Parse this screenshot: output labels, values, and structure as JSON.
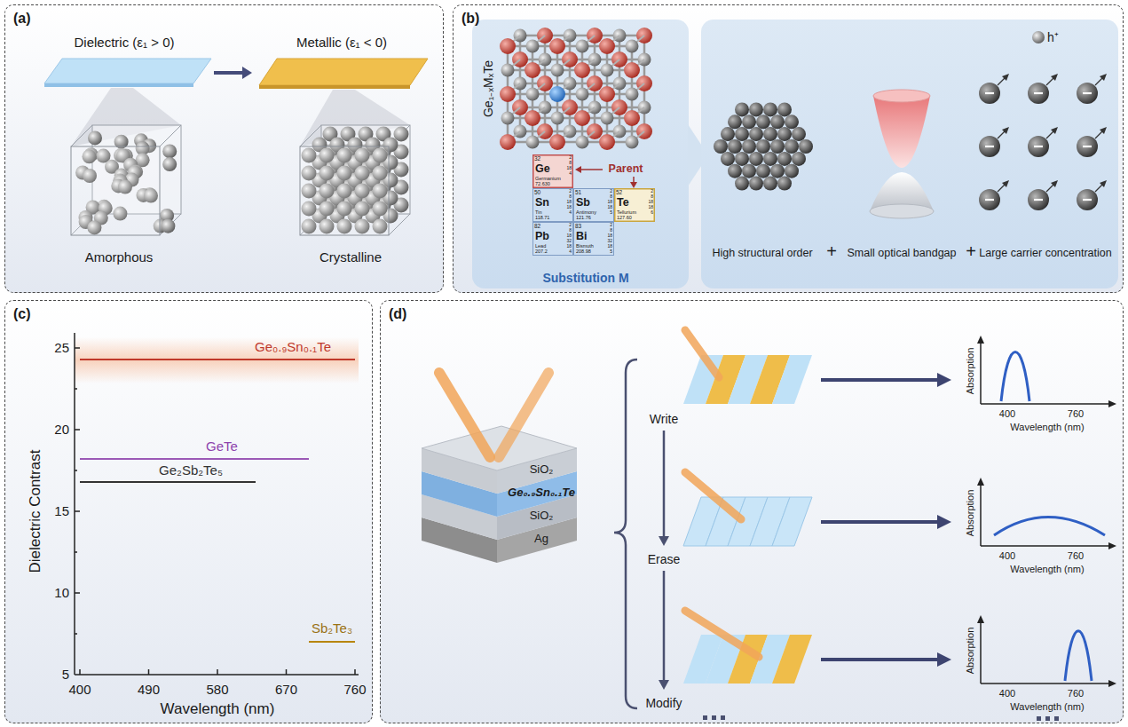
{
  "diagram": {
    "nodes": [
      {
        "text": [
          "(a)"
        ]
      },
      {
        "text": [
          "Dielectric (ε₁ > 0)"
        ],
        "in": 0
      },
      {
        "text": [
          "Metallic (ε₁ < 0)"
        ],
        "in": 0
      },
      {
        "text": [
          "Amorphous"
        ],
        "in": 0
      },
      {
        "text": [
          "Crystalline"
        ],
        "in": 0
      },
      {
        "text": [
          "(b)"
        ]
      },
      {
        "text": [
          "Ge₁₋ₓMₓTe",
          "Parent",
          "Substitution M"
        ],
        "in": 5
      },
      {
        "text": [
          "32",
          "Ge",
          "Germanium",
          "72.630",
          "2 8 18 4"
        ],
        "in": 6
      },
      {
        "text": [
          "50",
          "Sn",
          "Tin",
          "118.71",
          "2 8 18 18 4"
        ],
        "in": 6
      },
      {
        "text": [
          "51",
          "Sb",
          "Antimony",
          "121.76",
          "2 8 18 18 5"
        ],
        "in": 6
      },
      {
        "text": [
          "52",
          "Te",
          "Tellurium",
          "127.60",
          "2 8 18 18 6"
        ],
        "in": 6
      },
      {
        "text": [
          "82",
          "Pb",
          "Lead",
          "207.2",
          "2 8 18 32 18 4"
        ],
        "in": 6
      },
      {
        "text": [
          "83",
          "Bi",
          "Bismuth",
          "208.98",
          "2 8 18 32 18 5"
        ],
        "in": 6
      },
      {
        "text": [
          "High structural order",
          "+",
          "Small optical bandgap",
          "+",
          "Large carrier concentration",
          "h⁺"
        ],
        "in": 5
      },
      {
        "text": [
          "(c)"
        ]
      },
      {
        "text": [
          "(d)"
        ]
      }
    ],
    "edges": [
      {
        "from": 1,
        "to": 2,
        "arrow": "to"
      }
    ],
    "labels": [
      "25",
      "20",
      "15",
      "10",
      "5",
      "400",
      "490",
      "580",
      "670",
      "760",
      "Dielectric Contrast",
      "Wavelength (nm)",
      "Ge₀.₉Sn₀.₁Te",
      "GeTe",
      "Ge₂Sb₂Te₅",
      "Sb₂Te₃",
      "SiO₂",
      "Ge₀.₉Sn₀.₁Te",
      "SiO₂",
      "Ag",
      "Write",
      "Erase",
      "Modify",
      "Absorption",
      "400",
      "760",
      "Wavelength (nm)",
      "Absorption",
      "400",
      "760",
      "Wavelength (nm)",
      "Absorption",
      "400",
      "760",
      "Wavelength (nm)"
    ]
  }
}
